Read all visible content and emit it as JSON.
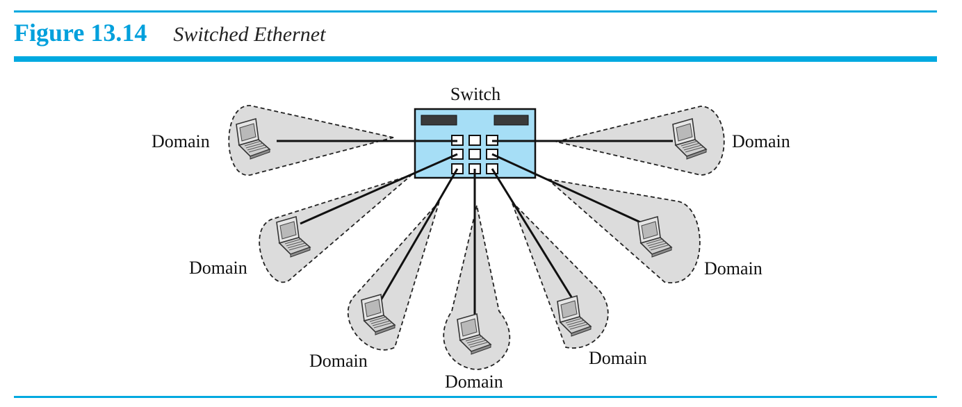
{
  "figure": {
    "number": "Figure 13.14",
    "caption": "Switched Ethernet"
  },
  "colors": {
    "accent": "#00a9e0",
    "switch_fill": "#a6def6",
    "domain_fill": "#dcdcdc"
  },
  "diagram": {
    "switch_label": "Switch",
    "domain_label": "Domain",
    "domains": [
      {
        "id": "domain-left",
        "label": "Domain"
      },
      {
        "id": "domain-right",
        "label": "Domain"
      },
      {
        "id": "domain-lower-left",
        "label": "Domain"
      },
      {
        "id": "domain-lower-right",
        "label": "Domain"
      },
      {
        "id": "domain-bottom-left",
        "label": "Domain"
      },
      {
        "id": "domain-bottom-center",
        "label": "Domain"
      },
      {
        "id": "domain-bottom-right",
        "label": "Domain"
      }
    ]
  }
}
